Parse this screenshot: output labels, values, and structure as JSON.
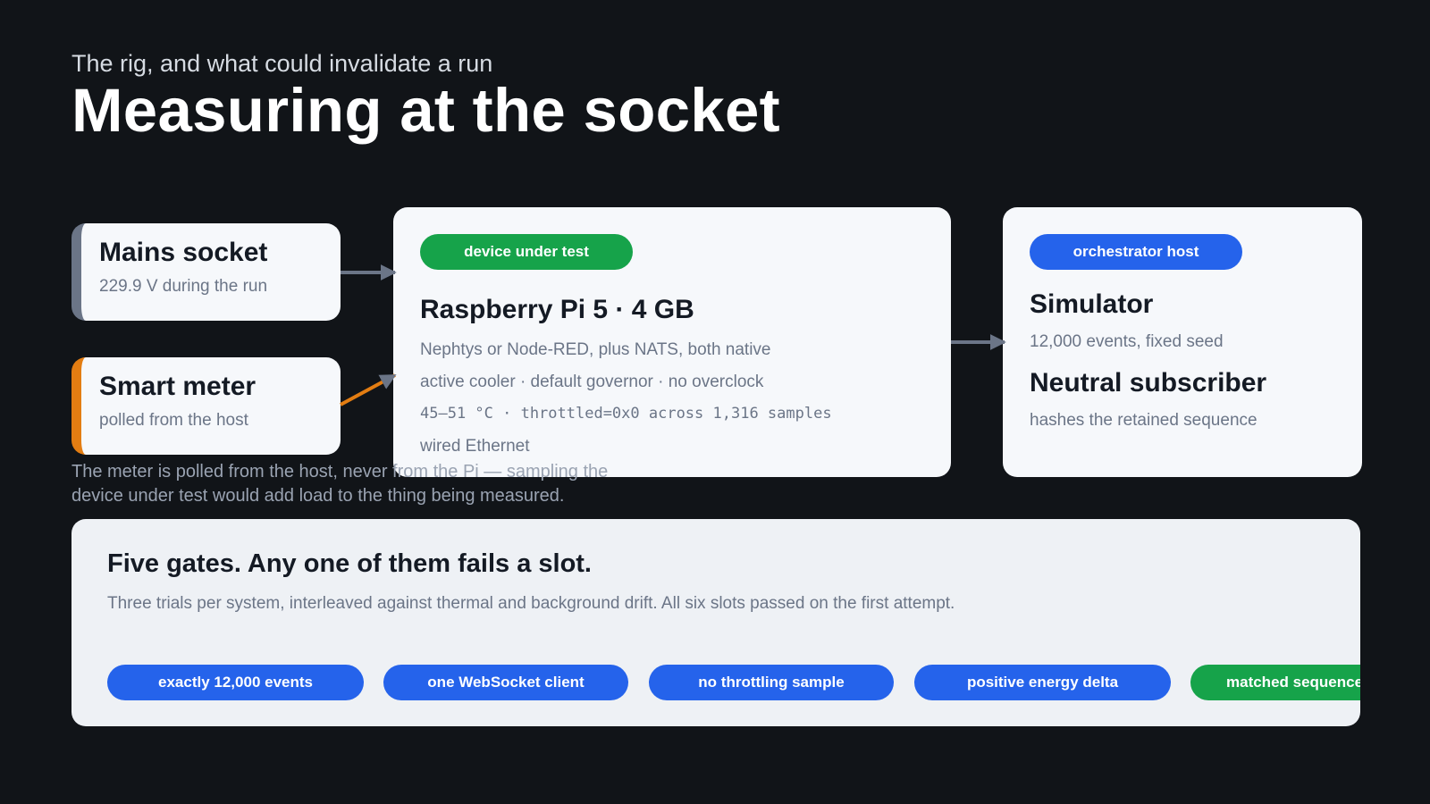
{
  "header": {
    "subtitle": "The rig, and what could invalidate a run",
    "title": "Measuring at the socket"
  },
  "sources": [
    {
      "title": "Mains socket",
      "sub": "229.9 V during the run"
    },
    {
      "title": "Smart meter",
      "sub": "polled from the host"
    }
  ],
  "dut": {
    "tag": "device under test",
    "title": "Raspberry Pi 5 · 4 GB",
    "lines": [
      "Nephtys or Node-RED, plus NATS, both native",
      "active cooler · default governor · no overclock",
      "45–51 °C · throttled=0x0 across 1,316 samples",
      "wired Ethernet"
    ]
  },
  "orchestrator": {
    "tag": "orchestrator host",
    "items": [
      {
        "title": "Simulator",
        "sub": "12,000 events, fixed seed"
      },
      {
        "title": "Neutral subscriber",
        "sub": "hashes the retained sequence"
      }
    ]
  },
  "note": "The meter is polled from the host, never from the Pi — sampling the device under test would add load to the thing being measured.",
  "gates": {
    "title": "Five gates. Any one of them fails a slot.",
    "sub": "Three trials per system, interleaved against thermal and background drift. All six slots passed on the first attempt.",
    "pills": [
      "exactly 12,000 events",
      "one WebSocket client",
      "no throttling sample",
      "positive energy delta",
      "matched sequence hash"
    ]
  },
  "colors": {
    "mains_accent": "#6b7587",
    "meter_accent": "#e37d12",
    "green": "#16a34a",
    "blue": "#2563eb"
  }
}
